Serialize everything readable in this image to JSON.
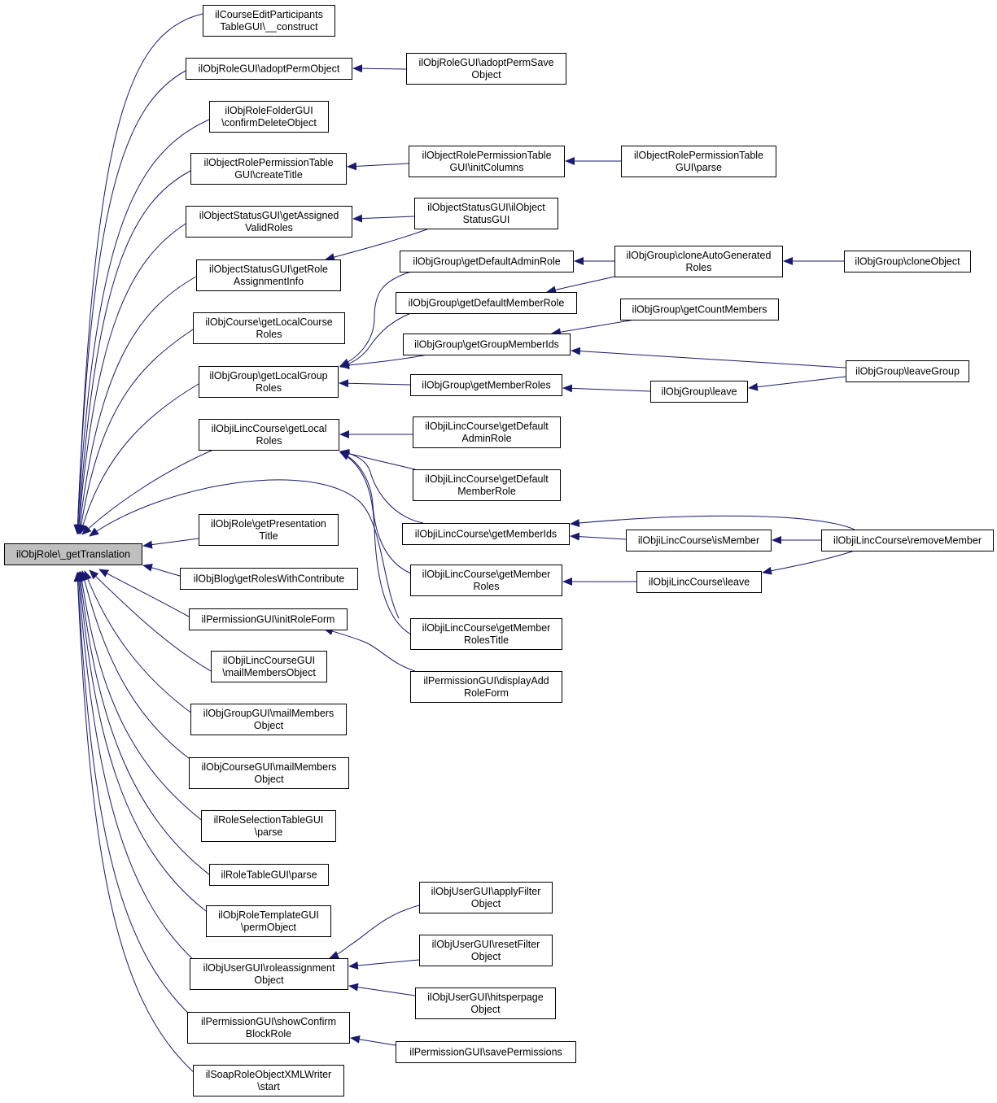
{
  "colors": {
    "edge": "#191970",
    "node_border": "#000000",
    "root_fill": "#bfbfbf",
    "node_fill": "#ffffff"
  },
  "nodes": {
    "root": [
      "ilObjRole\\_getTranslation"
    ],
    "ceptg": [
      "ilCourseEditParticipants",
      "TableGUI\\__construct"
    ],
    "rgAdopt": [
      "ilObjRoleGUI\\adoptPermObject"
    ],
    "rgAdoptSave": [
      "ilObjRoleGUI\\adoptPermSave",
      "Object"
    ],
    "rfConfirm": [
      "ilObjRoleFolderGUI",
      "\\confirmDeleteObject"
    ],
    "orptCreate": [
      "ilObjectRolePermissionTable",
      "GUI\\createTitle"
    ],
    "orptInit": [
      "ilObjectRolePermissionTable",
      "GUI\\initColumns"
    ],
    "orptParse": [
      "ilObjectRolePermissionTable",
      "GUI\\parse"
    ],
    "osAssigned": [
      "ilObjectStatusGUI\\getAssigned",
      "ValidRoles"
    ],
    "osCtor": [
      "ilObjectStatusGUI\\ilObject",
      "StatusGUI"
    ],
    "osRole": [
      "ilObjectStatusGUI\\getRole",
      "AssignmentInfo"
    ],
    "ocLocal": [
      "ilObjCourse\\getLocalCourse",
      "Roles"
    ],
    "ogLocal": [
      "ilObjGroup\\getLocalGroup",
      "Roles"
    ],
    "ogDefAdmin": [
      "ilObjGroup\\getDefaultAdminRole"
    ],
    "ogDefMember": [
      "ilObjGroup\\getDefaultMemberRole"
    ],
    "ogGroupIds": [
      "ilObjGroup\\getGroupMemberIds"
    ],
    "ogMemberRoles": [
      "ilObjGroup\\getMemberRoles"
    ],
    "ogCloneAuto": [
      "ilObjGroup\\cloneAutoGenerated",
      "Roles"
    ],
    "ogCloneObj": [
      "ilObjGroup\\cloneObject"
    ],
    "ogCount": [
      "ilObjGroup\\getCountMembers"
    ],
    "ogLeave": [
      "ilObjGroup\\leave"
    ],
    "ogLeaveGroup": [
      "ilObjGroup\\leaveGroup"
    ],
    "ilcLocal": [
      "ilObjiLincCourse\\getLocal",
      "Roles"
    ],
    "ilcDefAdmin": [
      "ilObjiLincCourse\\getDefault",
      "AdminRole"
    ],
    "ilcDefMember": [
      "ilObjiLincCourse\\getDefault",
      "MemberRole"
    ],
    "ilcMemberIds": [
      "ilObjiLincCourse\\getMemberIds"
    ],
    "ilcIsMember": [
      "ilObjiLincCourse\\isMember"
    ],
    "ilcRemove": [
      "ilObjiLincCourse\\removeMember"
    ],
    "ilcMemberRoles": [
      "ilObjiLincCourse\\getMember",
      "Roles"
    ],
    "ilcLeave": [
      "ilObjiLincCourse\\leave"
    ],
    "ilcRolesTitle": [
      "ilObjiLincCourse\\getMember",
      "RolesTitle"
    ],
    "orPres": [
      "ilObjRole\\getPresentation",
      "Title"
    ],
    "blog": [
      "ilObjBlog\\getRolesWithContribute"
    ],
    "pInitForm": [
      "ilPermissionGUI\\initRoleForm"
    ],
    "pDisplayAdd": [
      "ilPermissionGUI\\displayAdd",
      "RoleForm"
    ],
    "ilcgMail": [
      "ilObjiLincCourseGUI",
      "\\mailMembersObject"
    ],
    "ogGuiMail": [
      "ilObjGroupGUI\\mailMembers",
      "Object"
    ],
    "ocGuiMail": [
      "ilObjCourseGUI\\mailMembers",
      "Object"
    ],
    "rsParse": [
      "ilRoleSelectionTableGUI",
      "\\parse"
    ],
    "rtParse": [
      "ilRoleTableGUI\\parse"
    ],
    "ortPerm": [
      "ilObjRoleTemplateGUI",
      "\\permObject"
    ],
    "ouRoleAssign": [
      "ilObjUserGUI\\roleassignment",
      "Object"
    ],
    "ouApply": [
      "ilObjUserGUI\\applyFilter",
      "Object"
    ],
    "ouReset": [
      "ilObjUserGUI\\resetFilter",
      "Object"
    ],
    "ouHits": [
      "ilObjUserGUI\\hitsperpage",
      "Object"
    ],
    "pShowConfirm": [
      "ilPermissionGUI\\showConfirm",
      "BlockRole"
    ],
    "pSave": [
      "ilPermissionGUI\\savePermissions"
    ],
    "soapStart": [
      "ilSoapRoleObjectXMLWriter",
      "\\start"
    ]
  }
}
